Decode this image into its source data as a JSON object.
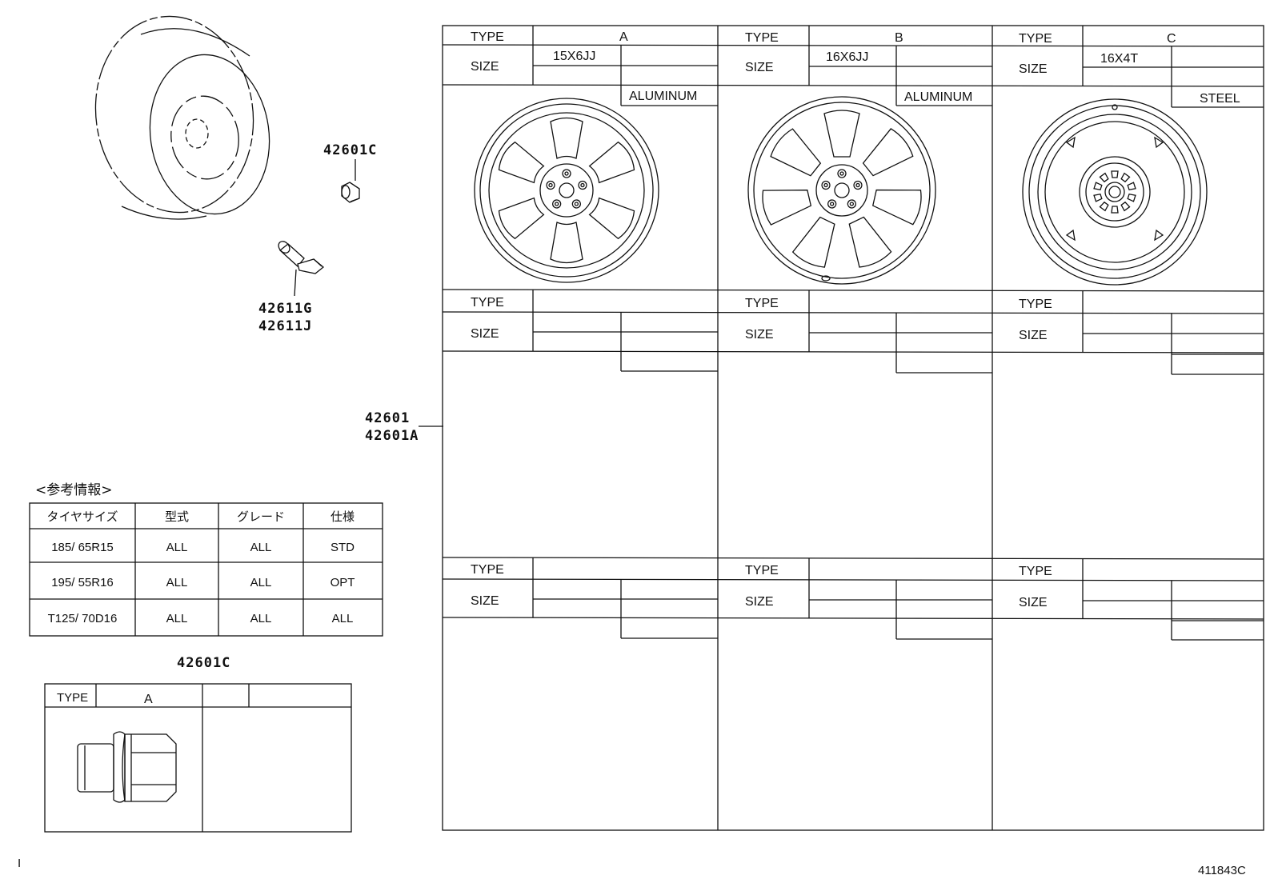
{
  "callouts": {
    "cap": "42601C",
    "valve_g": "42611G",
    "valve_j": "42611J",
    "wheel": "42601",
    "wheel_a": "42601A",
    "nut_title": "42601C"
  },
  "wheel_table": {
    "type_label": "TYPE",
    "size_label": "SIZE",
    "columns": [
      {
        "type": "A",
        "size": "15X6JJ",
        "material": "ALUMINUM",
        "wheel_icon": "aluminum-6-spoke-wheel-icon"
      },
      {
        "type": "B",
        "size": "16X6JJ",
        "material": "ALUMINUM",
        "wheel_icon": "aluminum-7-spoke-wheel-icon"
      },
      {
        "type": "C",
        "size": "16X4T",
        "material": "STEEL",
        "wheel_icon": "steel-spare-wheel-icon"
      }
    ]
  },
  "reference": {
    "title": "<参考情報>",
    "headers": [
      "タイヤサイズ",
      "型式",
      "グレード",
      "仕様"
    ],
    "rows": [
      [
        "185/ 65R15",
        "ALL",
        "ALL",
        "STD"
      ],
      [
        "195/ 55R16",
        "ALL",
        "ALL",
        "OPT"
      ],
      [
        "T125/ 70D16",
        "ALL",
        "ALL",
        "ALL"
      ]
    ]
  },
  "nut_table": {
    "type_label": "TYPE",
    "type_value": "A",
    "nut_icon": "hub-nut-icon"
  },
  "footer": {
    "diagram_code": "411843C",
    "page_mark": "I"
  }
}
